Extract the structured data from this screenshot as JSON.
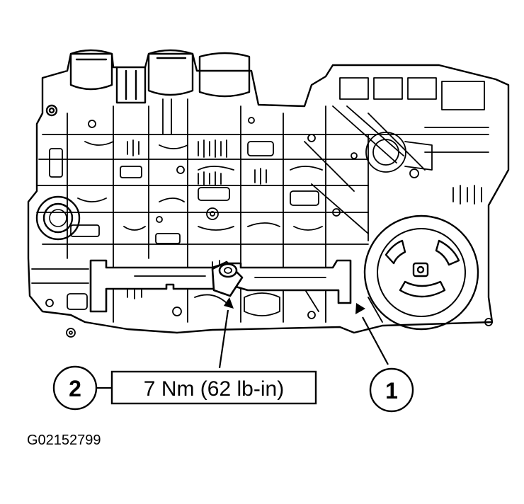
{
  "callouts": {
    "item1": "1",
    "item2": "2"
  },
  "torque_spec": "7 Nm (62 lb-in)",
  "figure_id": "G02152799",
  "colors": {
    "ink": "#000000",
    "paper": "#ffffff"
  }
}
